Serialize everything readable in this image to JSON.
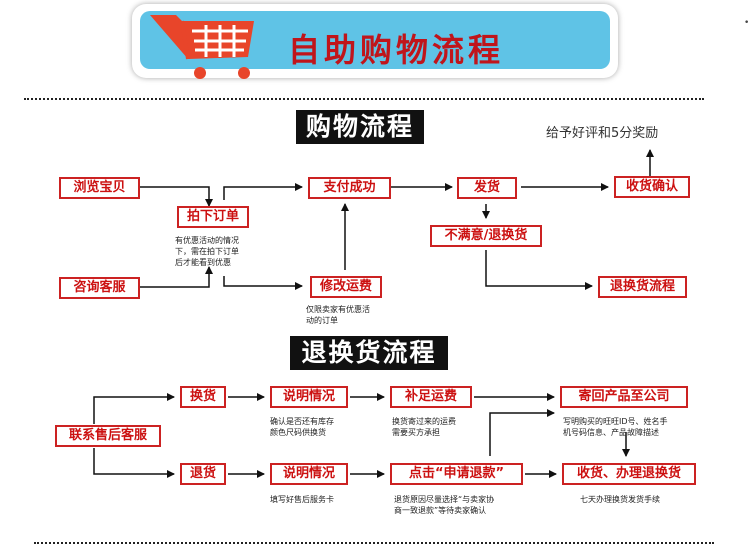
{
  "banner": {
    "title": "自助购物流程"
  },
  "purchase": {
    "section_title": "购物流程",
    "browse": "浏览宝贝",
    "consult": "咨询客服",
    "order": "拍下订单",
    "order_note": [
      "有优惠活动的情况",
      "下，需在拍下订单",
      "后才能看到优惠"
    ],
    "pay": "支付成功",
    "modify": "修改运费",
    "modify_note": [
      "仅限卖家有优惠活",
      "动的订单"
    ],
    "ship": "发货",
    "confirm": "收货确认",
    "review": "给予好评和5分奖励",
    "unsatisfied": "不满意/退换货",
    "return_flow": "退换货流程"
  },
  "returns": {
    "section_title": "退换货流程",
    "contact": "联系售后客服",
    "exchange": "换货",
    "explain1": "说明情况",
    "explain1_note": [
      "确认是否还有库存",
      "颜色尺码供换货"
    ],
    "supplement": "补足运费",
    "supplement_note": [
      "换货寄过来的运费",
      "需要买方承担"
    ],
    "mail_back": "寄回产品至公司",
    "mail_back_note": [
      "写明购买的旺旺ID号、姓名手",
      "机号码信息、产品故障描述"
    ],
    "refund": "退货",
    "explain2": "说明情况",
    "explain2_note": "填写好售后服务卡",
    "apply": "点击“申请退款”",
    "apply_note": [
      "退货原因尽量选择“与卖家协",
      "商一致退款”等待卖家确认"
    ],
    "receive": "收货、办理退换货",
    "receive_note": "七天办理换货发货手续"
  },
  "colors": {
    "accent": "#c22222",
    "banner_bg": "#5fc3e6",
    "cart": "#e8452a"
  }
}
